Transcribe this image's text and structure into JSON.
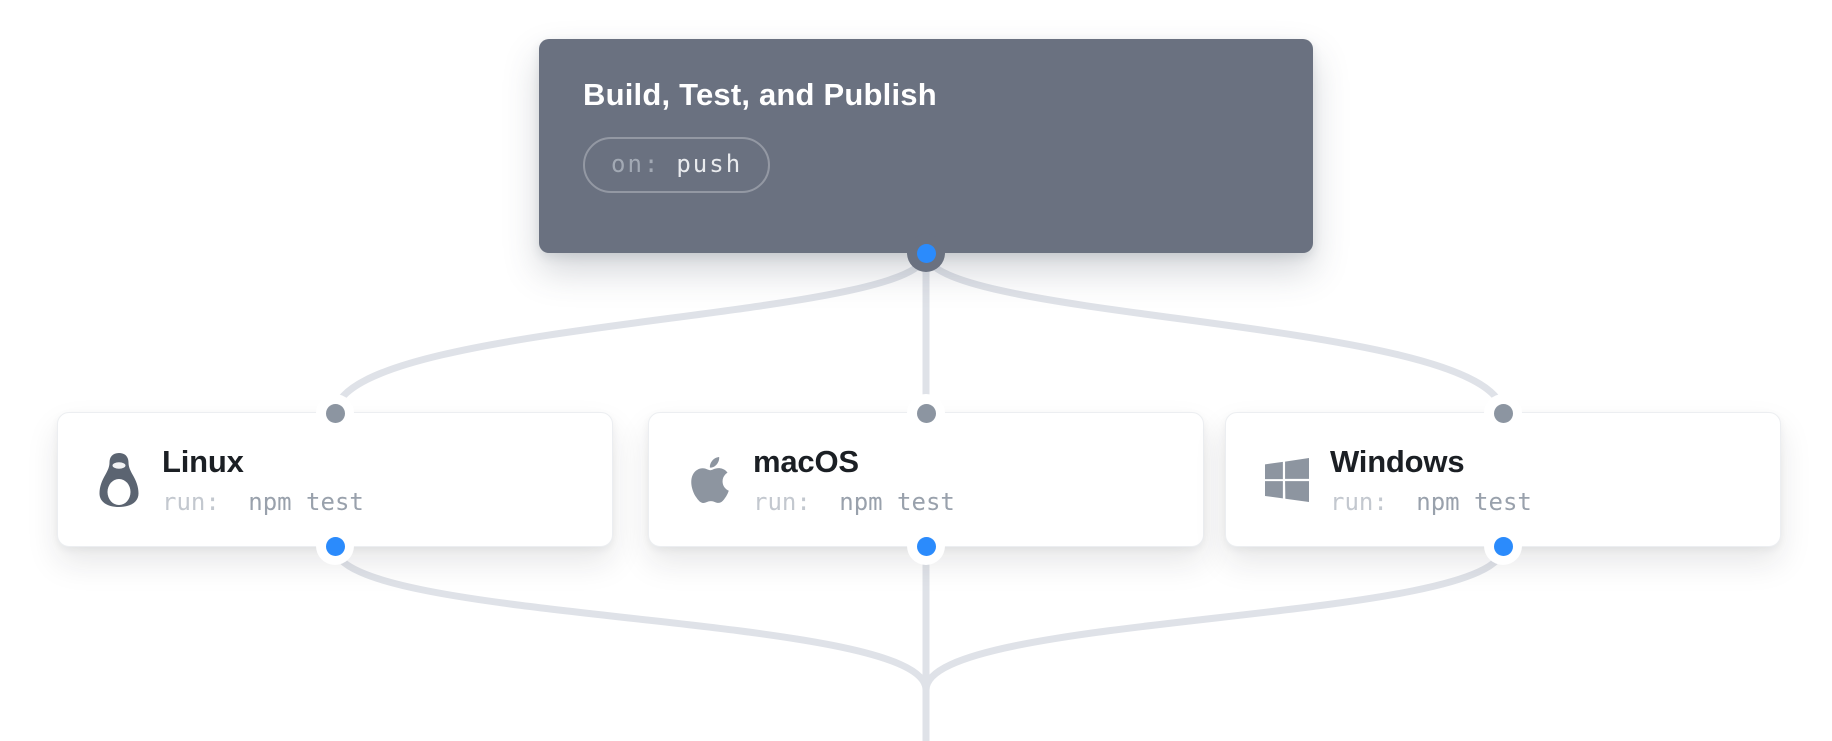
{
  "workflow": {
    "root": {
      "title": "Build, Test, and Publish",
      "trigger_key": "on:",
      "trigger_value": "push"
    },
    "jobs": [
      {
        "name": "Linux",
        "icon": "linux-penguin-icon",
        "run_key": "run:",
        "run_command": "npm test"
      },
      {
        "name": "macOS",
        "icon": "apple-icon",
        "run_key": "run:",
        "run_command": "npm test"
      },
      {
        "name": "Windows",
        "icon": "windows-icon",
        "run_key": "run:",
        "run_command": "npm test"
      }
    ],
    "colors": {
      "root_bg": "#6a7180",
      "accent_blue": "#2b8bfc",
      "port_gray": "#8c95a1",
      "edge_gray": "#dfe2e8",
      "card_bg": "#ffffff",
      "title_dark": "#1b1f24",
      "run_key_gray": "#c3c8cf",
      "run_value_gray": "#99a1ac",
      "badge_key_gray": "#a2a9b4",
      "badge_value_light": "#e9ebee",
      "icon_gray": "#8d95a0",
      "penguin_dark": "#5b6471"
    }
  }
}
